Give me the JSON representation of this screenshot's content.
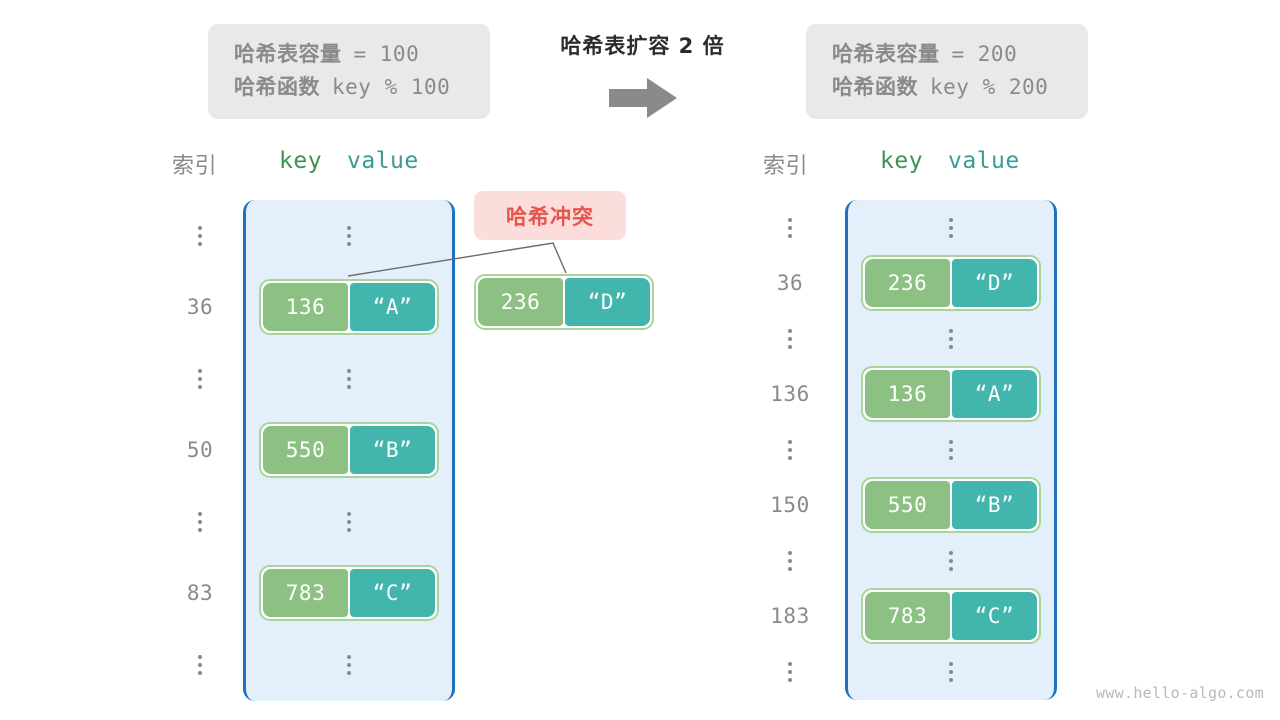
{
  "center": {
    "title": "哈希表扩容 2 倍",
    "arrow_icon": "arrow-right-icon"
  },
  "left_panel": {
    "info": {
      "capacity_label": "哈希表容量",
      "capacity_value": "= 100",
      "function_label": "哈希函数",
      "function_value": "key % 100"
    },
    "headers": {
      "index": "索引",
      "key": "key",
      "value": "value"
    },
    "rows": [
      {
        "index": "⋮",
        "type": "dots"
      },
      {
        "index": "36",
        "type": "entry",
        "key": "136",
        "value": "“A”"
      },
      {
        "index": "⋮",
        "type": "dots"
      },
      {
        "index": "50",
        "type": "entry",
        "key": "550",
        "value": "“B”"
      },
      {
        "index": "⋮",
        "type": "dots"
      },
      {
        "index": "83",
        "type": "entry",
        "key": "783",
        "value": "“C”"
      },
      {
        "index": "⋮",
        "type": "dots"
      }
    ]
  },
  "right_panel": {
    "info": {
      "capacity_label": "哈希表容量",
      "capacity_value": "= 200",
      "function_label": "哈希函数",
      "function_value": "key % 200"
    },
    "headers": {
      "index": "索引",
      "key": "key",
      "value": "value"
    },
    "rows": [
      {
        "index": "⋮",
        "type": "dots"
      },
      {
        "index": "36",
        "type": "entry",
        "key": "236",
        "value": "“D”"
      },
      {
        "index": "⋮",
        "type": "dots"
      },
      {
        "index": "136",
        "type": "entry",
        "key": "136",
        "value": "“A”"
      },
      {
        "index": "⋮",
        "type": "dots"
      },
      {
        "index": "150",
        "type": "entry",
        "key": "550",
        "value": "“B”"
      },
      {
        "index": "⋮",
        "type": "dots"
      },
      {
        "index": "183",
        "type": "entry",
        "key": "783",
        "value": "“C”"
      },
      {
        "index": "⋮",
        "type": "dots"
      }
    ]
  },
  "collision": {
    "badge_label": "哈希冲突",
    "entry": {
      "key": "236",
      "value": "“D”"
    }
  },
  "watermark": "www.hello-algo.com",
  "colors": {
    "key_cell": "#8cc183",
    "value_cell": "#42b5ac",
    "entry_border": "#a9d49a",
    "table_fill": "#e3f0fb",
    "table_border": "#1f72c0",
    "badge_bg": "#fbdedc",
    "badge_text": "#e8534a",
    "info_bg": "#e9e9e9",
    "muted_text": "#8a8a8a",
    "arrow": "#8a8a8a"
  }
}
